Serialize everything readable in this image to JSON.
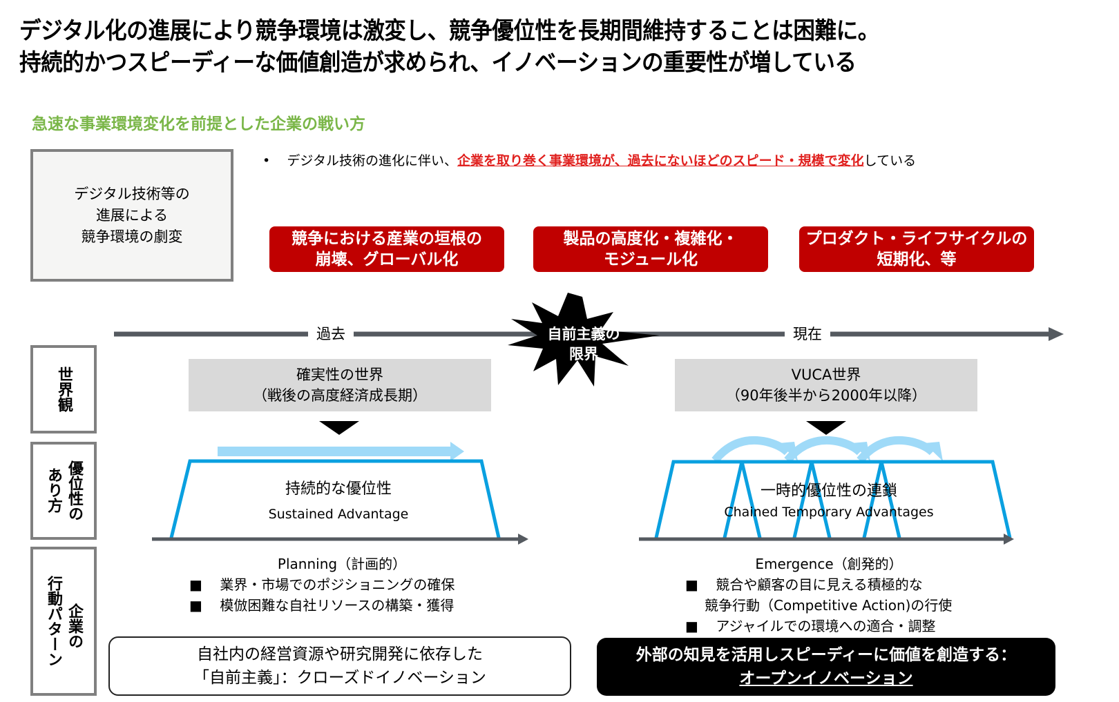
{
  "title": {
    "line1": "デジタル化の進展により競争環境は激変し、競争優位性を長期間維持することは困難に。",
    "line2": "持続的かつスピーディーな価値創造が求められ、イノベーションの重要性が増している"
  },
  "subtitle": "急速な事業環境変化を前提とした企業の戦い方",
  "environment_box": {
    "line1": "デジタル技術等の",
    "line2": "進展による",
    "line3": "競争環境の劇変"
  },
  "bullet": {
    "marker": "•",
    "prefix": "デジタル技術の進化に伴い、",
    "highlight": "企業を取り巻く事業環境が、過去にないほどのスピード・規模で変化",
    "suffix": "している"
  },
  "red_boxes": [
    {
      "line1": "競争における産業の垣根の",
      "line2": "崩壊、グローバル化"
    },
    {
      "line1": "製品の高度化・複雑化・",
      "line2": "モジュール化"
    },
    {
      "line1": "プロダクト・ライフサイクルの",
      "line2": "短期化、等"
    }
  ],
  "timeline": {
    "past_label": "過去",
    "present_label": "現在",
    "burst": {
      "line1": "自前主義の",
      "line2": "限界"
    }
  },
  "row_labels": {
    "worldview": "世界観",
    "advantage_col1": "優位性の",
    "advantage_col2": "あり方",
    "behavior_col1": "企業の",
    "behavior_col2": "行動パターン"
  },
  "past": {
    "world_title": "確実性の世界",
    "world_sub": "（戦後の高度経済成長期）",
    "advantage_jp": "持続的な優位性",
    "advantage_en": "Sustained Advantage",
    "pattern_title": "Planning（計画的）",
    "pattern_items": [
      "業界・市場でのポジショニングの確保",
      "模倣困難な自社リソースの構築・獲得"
    ],
    "conclusion_line1": "自社内の経営資源や研究開発に依存した",
    "conclusion_line2": "「自前主義」：クローズドイノベーション"
  },
  "present": {
    "world_title": "VUCA世界",
    "world_sub": "（90年後半から2000年以降）",
    "advantage_jp": "一時的優位性の連鎖",
    "advantage_en": "Chained Temporary Advantages",
    "pattern_title": "Emergence（創発的）",
    "pattern_items": [
      "競合や顧客の目に見える積極的な",
      "アジャイルでの環境への適合・調整"
    ],
    "pattern_item1_cont": "競争行動（Competitive Action)の行使",
    "conclusion_line1": "外部の知見を活用しスピーディーに価値を創造する：",
    "conclusion_line2": "オープンイノベーション"
  },
  "bullet_square": "■",
  "colors": {
    "accent_green": "#7ab648",
    "highlight_red": "#e0201e",
    "box_red": "#c00000",
    "trapezoid_blue": "#0aa0e0",
    "arrow_light_blue": "#9fdaf8",
    "axis_gray": "#555a60",
    "label_border_gray": "#808080",
    "world_box_gray": "#d9d9d9"
  }
}
